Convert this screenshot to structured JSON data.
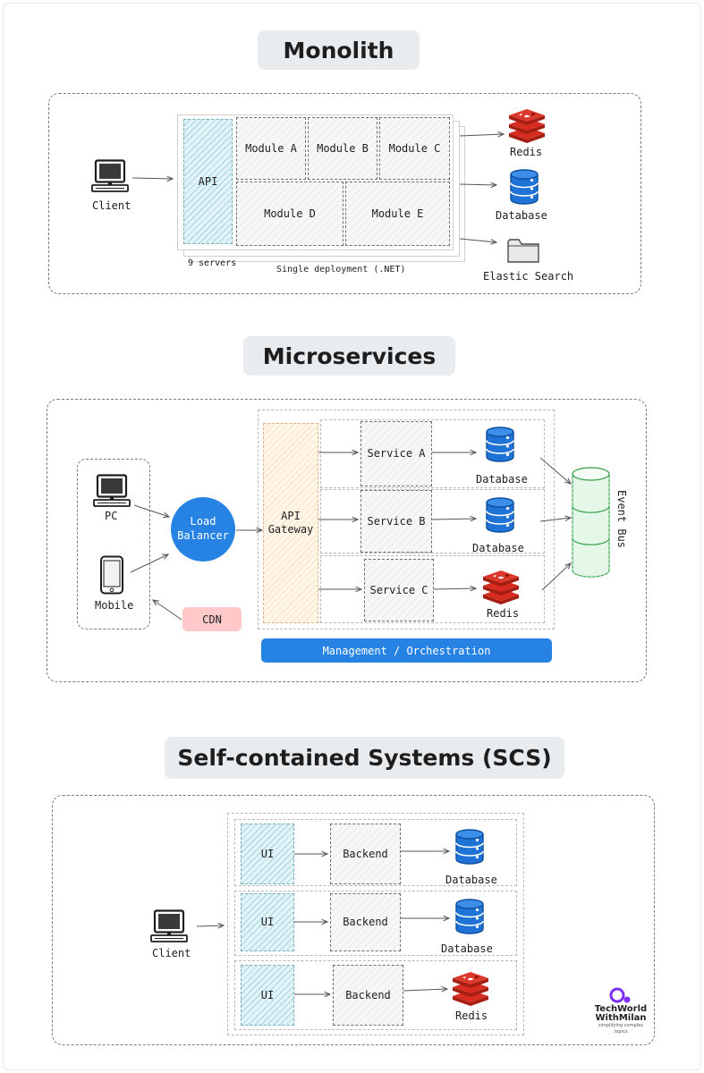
{
  "titles": {
    "monolith": "Monolith",
    "microservices": "Microservices",
    "scs": "Self-contained Systems (SCS)"
  },
  "monolith": {
    "client": "Client",
    "api": "API",
    "modules": [
      "Module A",
      "Module B",
      "Module C",
      "Module D",
      "Module E"
    ],
    "servers_note": "9 servers",
    "deployment_note": "Single deployment (.NET)",
    "redis": "Redis",
    "database": "Database",
    "elastic": "Elastic Search"
  },
  "microservices": {
    "pc": "PC",
    "mobile": "Mobile",
    "load_balancer": "Load\nBalancer",
    "cdn": "CDN",
    "api_gateway": "API\nGateway",
    "services": [
      "Service A",
      "Service B",
      "Service C"
    ],
    "stores": [
      "Database",
      "Database",
      "Redis"
    ],
    "event_bus": "Event Bus",
    "management": "Management / Orchestration"
  },
  "scs": {
    "client": "Client",
    "ui": [
      "UI",
      "UI",
      "UI"
    ],
    "backends": [
      "Backend",
      "Backend",
      "Backend"
    ],
    "stores": [
      "Database",
      "Database",
      "Redis"
    ]
  },
  "logo": {
    "line1": "TechWorld",
    "line2": "WithMilan",
    "tagline": "simplifying complex topics"
  },
  "icons": {
    "computer": "computer-icon",
    "phone": "mobile-phone-icon",
    "database": "database-icon",
    "redis": "redis-icon",
    "folder": "folder-icon",
    "event_bus": "cylinder-icon"
  },
  "colors": {
    "primary_blue": "#2683e3",
    "api_teal": "#3ca0be",
    "gateway_orange": "#f0aa5a",
    "cdn_pink": "#ffc9c9",
    "event_bus_green": "#2f9e44",
    "redis_red": "#d82c20",
    "logo_purple": "#7b2ff7",
    "title_bg": "#e9ecef"
  }
}
